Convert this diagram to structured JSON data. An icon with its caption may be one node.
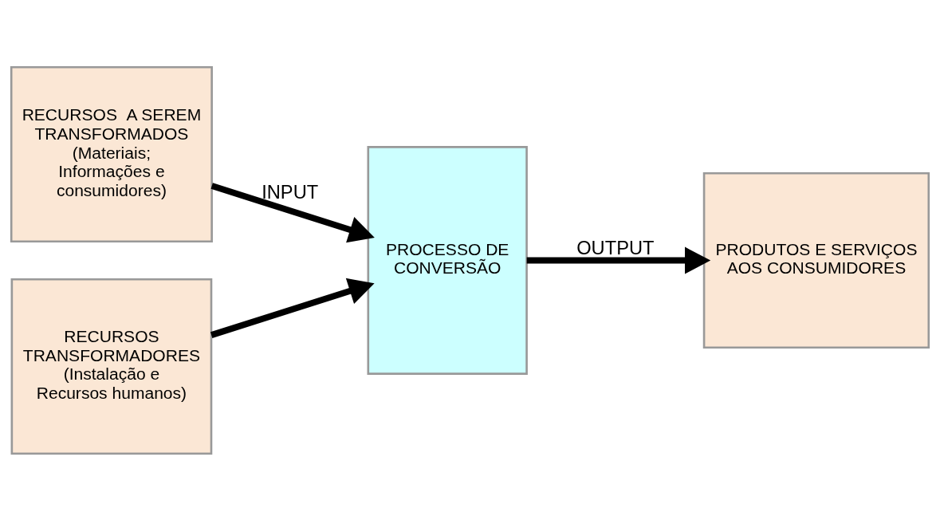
{
  "diagram": {
    "nodes": [
      {
        "text": [
          "RECURSOS  A SEREM TRANSFORMADOS (Materiais; Informações e consumidores)"
        ]
      },
      {
        "text": [
          "RECURSOS TRANSFORMADORES (Instalação e Recursos humanos)"
        ]
      },
      {
        "text": [
          "PROCESSO DE CONVERSÃO"
        ]
      },
      {
        "text": [
          "PRODUTOS E SERVIÇOS AOS CONSUMIDORES"
        ]
      }
    ],
    "edges": [
      {
        "from": 0,
        "to": 2,
        "arrow": "to",
        "label": "INPUT"
      },
      {
        "from": 1,
        "to": 2,
        "arrow": "to"
      },
      {
        "from": 2,
        "to": 3,
        "arrow": "to",
        "label": "OUTPUT"
      }
    ]
  }
}
